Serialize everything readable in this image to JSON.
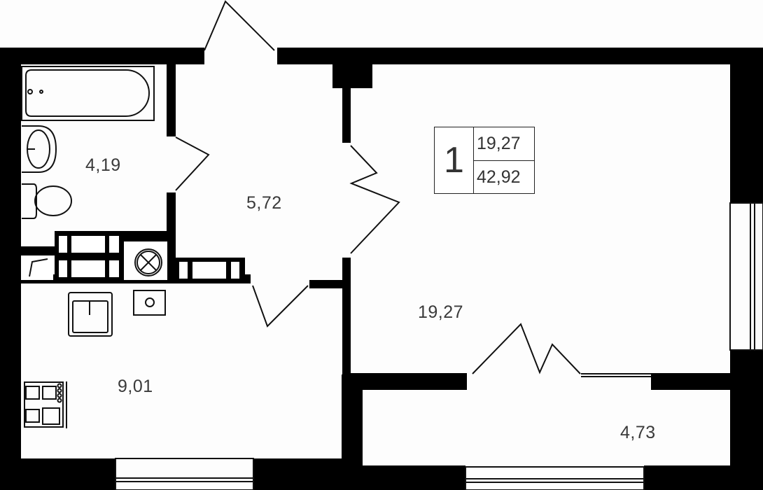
{
  "plan": {
    "rooms_count": "1",
    "living_area": "19,27",
    "total_area": "42,92",
    "rooms": [
      {
        "id": "bathroom",
        "area": "4,19"
      },
      {
        "id": "hallway",
        "area": "5,72"
      },
      {
        "id": "kitchen",
        "area": "9,01"
      },
      {
        "id": "living-room",
        "area": "19,27"
      },
      {
        "id": "balcony",
        "area": "4,73"
      }
    ],
    "colors": {
      "wall": "#000000",
      "floor": "#fdfdfd",
      "text": "#3a3a3a",
      "line": "#111111"
    }
  }
}
